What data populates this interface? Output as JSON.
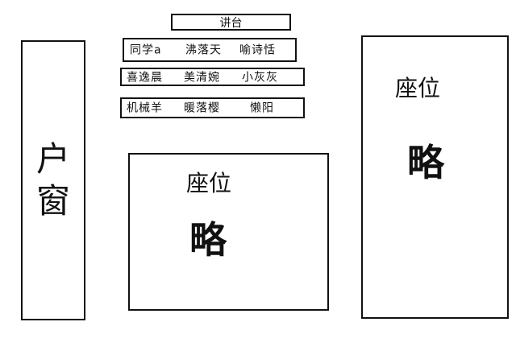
{
  "podium": {
    "label": "讲台"
  },
  "rows": [
    {
      "names": [
        "同学a",
        "沸落天",
        "喻诗恬"
      ]
    },
    {
      "names": [
        "喜逸晨",
        "美清婉",
        "小灰灰"
      ]
    },
    {
      "names": [
        "机械羊",
        "暖落樱",
        "懒阳"
      ]
    }
  ],
  "window": {
    "chars": [
      "窗",
      "户"
    ]
  },
  "seat_center": {
    "label": "座位",
    "main": "略"
  },
  "seat_right": {
    "label": "座位",
    "main": "略"
  }
}
